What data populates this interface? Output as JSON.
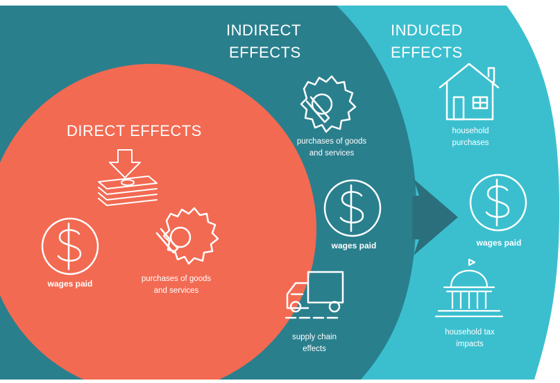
{
  "colors": {
    "direct": "#f26a52",
    "indirect": "#2a7f8d",
    "induced": "#3bbfcf",
    "arrow_dark": "#2c6f7c",
    "text": "#ffffff",
    "background": "#ffffff"
  },
  "direct": {
    "title": "DIRECT EFFECTS",
    "icon_main": "money-stack-arrow-icon",
    "wages_label": "wages paid",
    "purchases_label": "purchases of goods\nand services"
  },
  "indirect": {
    "title_line1": "INDIRECT",
    "title_line2": "EFFECTS",
    "purchases_label": "purchases of goods\nand services",
    "wages_label": "wages paid",
    "supply_label": "supply chain\neffects"
  },
  "induced": {
    "title_line1": "INDUCED",
    "title_line2": "EFFECTS",
    "household_purchases_label": "household\npurchases",
    "wages_label": "wages paid",
    "tax_label": "household tax\nimpacts"
  }
}
